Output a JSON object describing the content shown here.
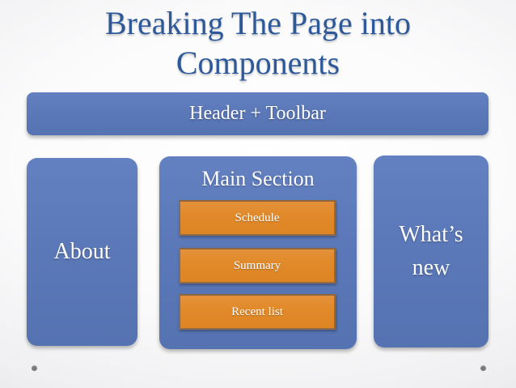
{
  "slide": {
    "title_line1": "Breaking The Page into",
    "title_line2": "Components"
  },
  "diagram": {
    "header_box": {
      "label": "Header + Toolbar"
    },
    "about_box": {
      "label": "About"
    },
    "main_box": {
      "label": "Main Section",
      "items": [
        {
          "label": "Schedule"
        },
        {
          "label": "Summary"
        },
        {
          "label": "Recent list"
        }
      ]
    },
    "whats_new_box": {
      "label": "What’s new"
    }
  },
  "colors": {
    "title_text": "#2D5899",
    "box_blue": "#5B78B8",
    "box_orange": "#E18A2B",
    "box_text": "#FFFFFF",
    "background_edge": "#C7C7CB"
  }
}
